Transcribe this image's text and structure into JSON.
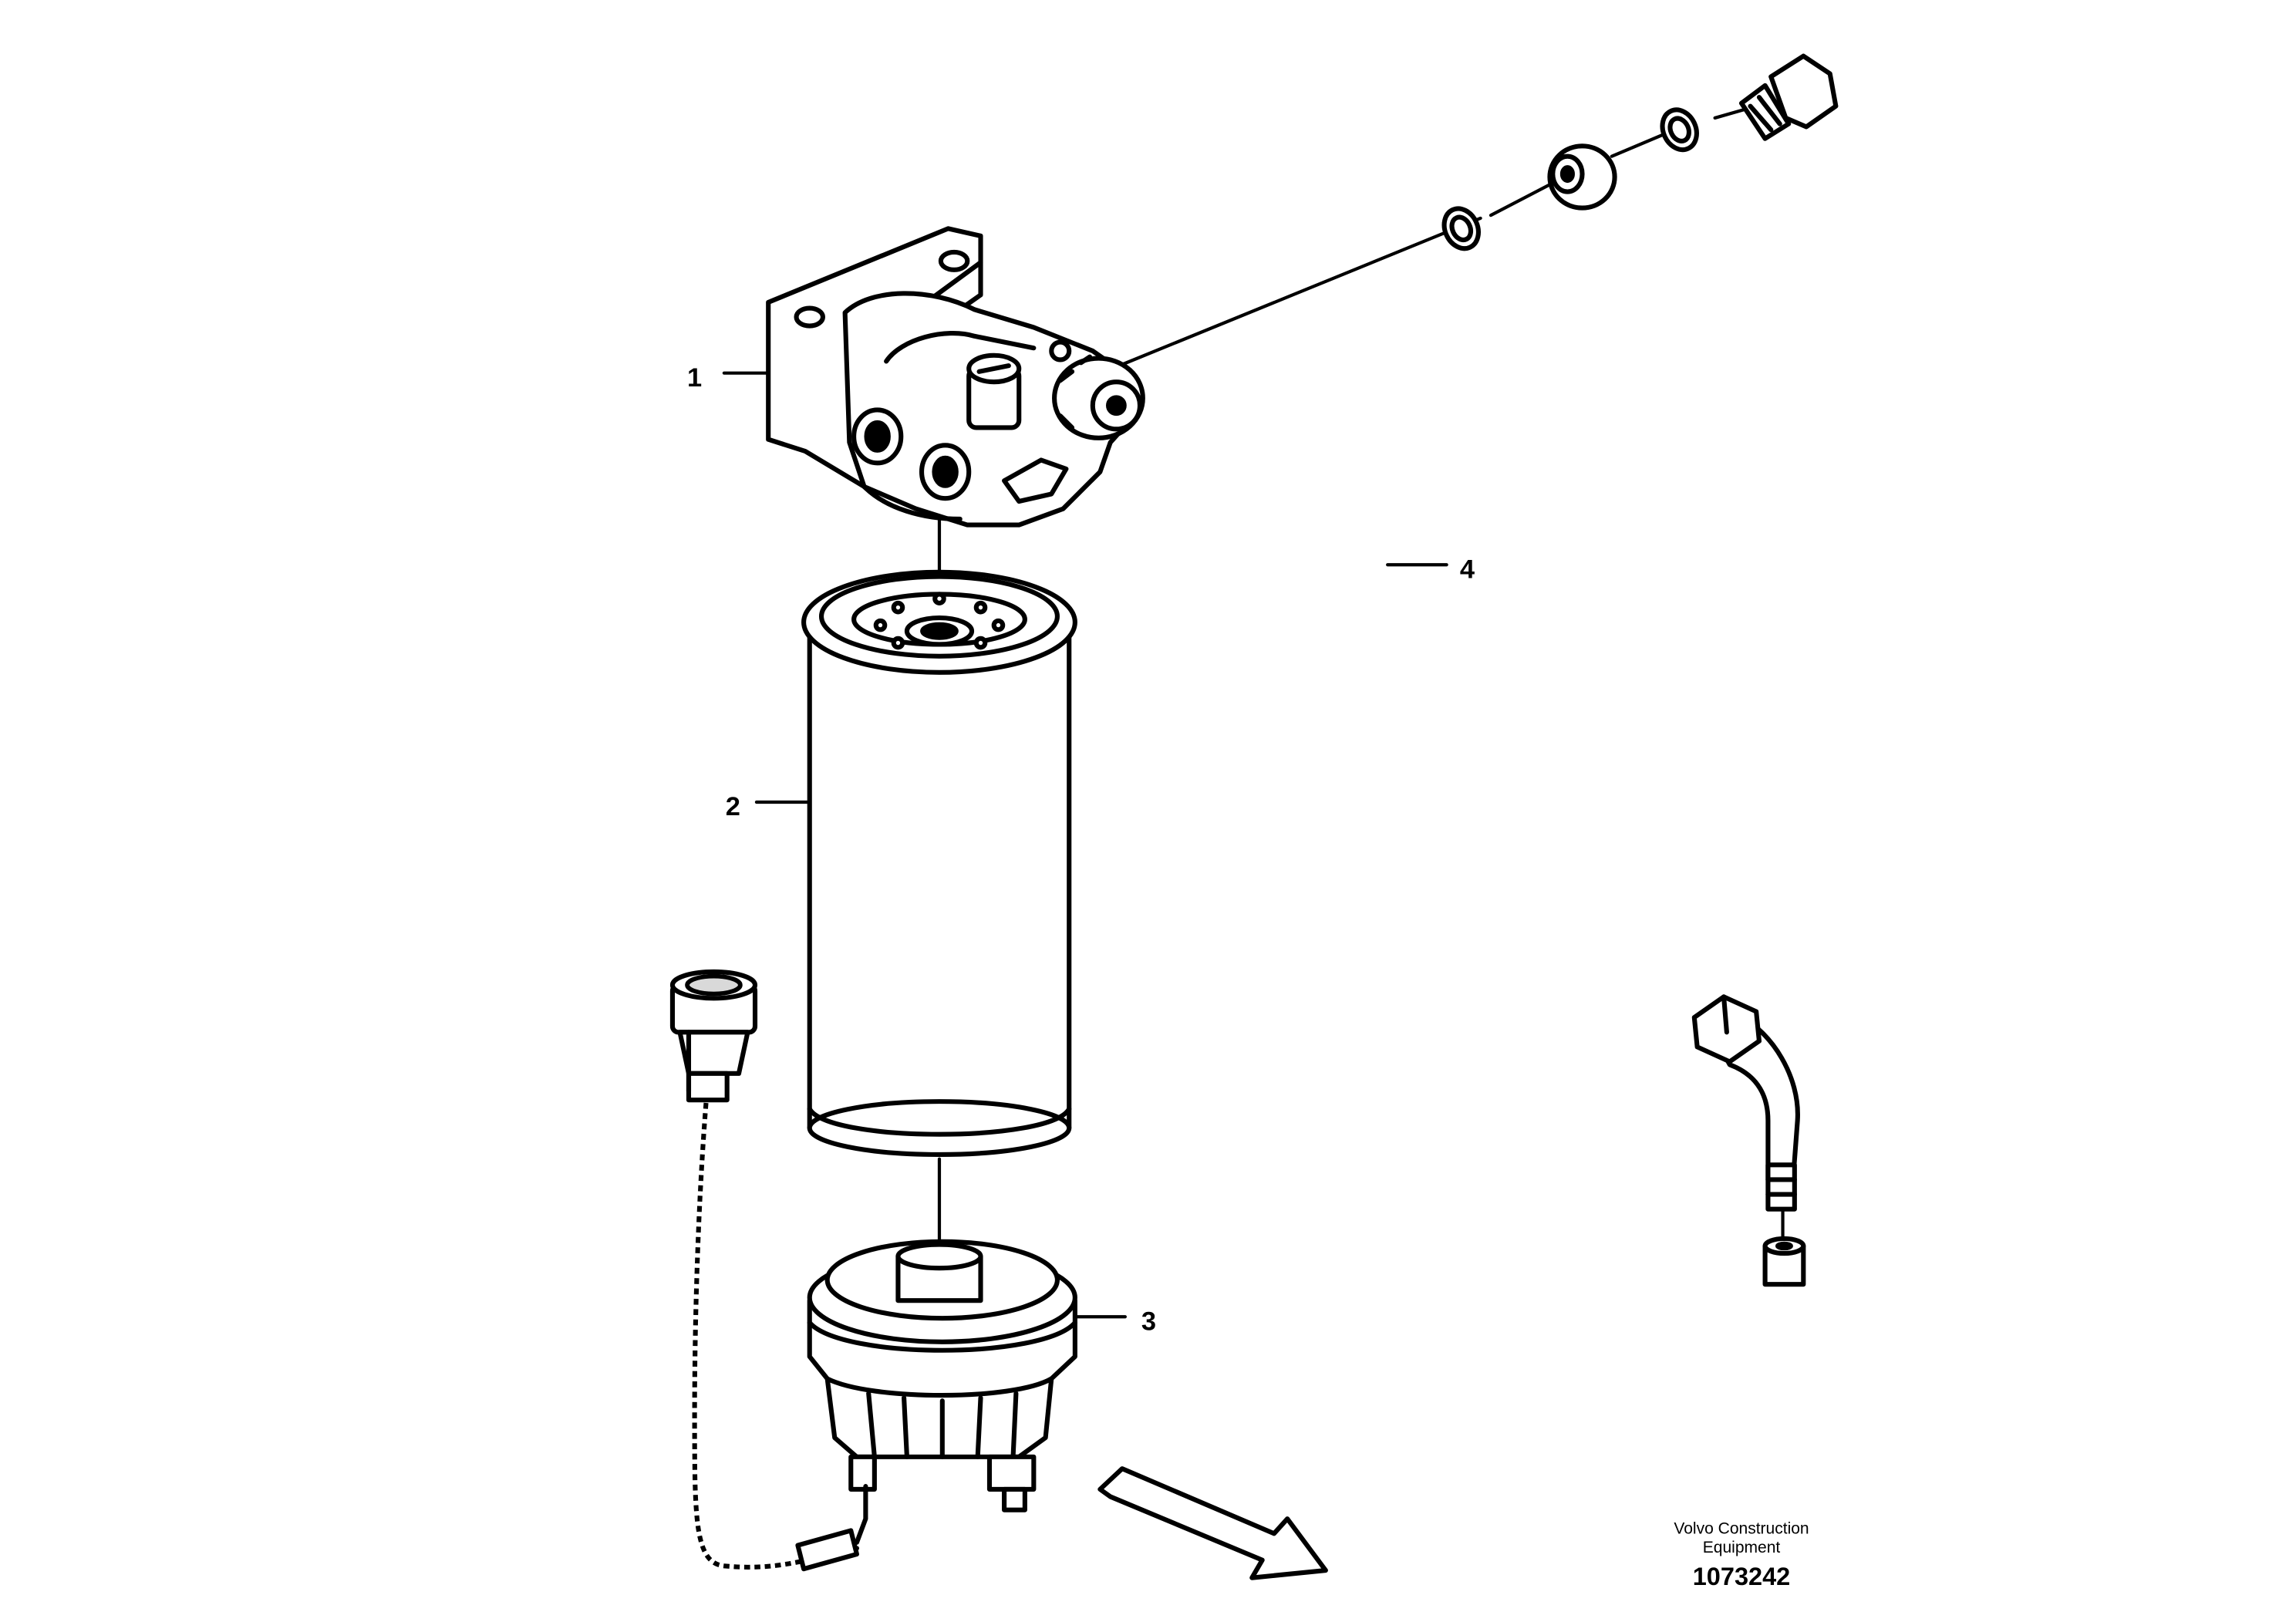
{
  "diagram": {
    "callouts": [
      {
        "label": "1",
        "part": "filter-head"
      },
      {
        "label": "2",
        "part": "fuel-filter-cartridge"
      },
      {
        "label": "3",
        "part": "water-separator-bowl"
      },
      {
        "label": "4",
        "part": "fuel-return-hose"
      }
    ],
    "publisher_line1": "Volvo Construction",
    "publisher_line2": "Equipment",
    "reference_number": "1073242"
  }
}
